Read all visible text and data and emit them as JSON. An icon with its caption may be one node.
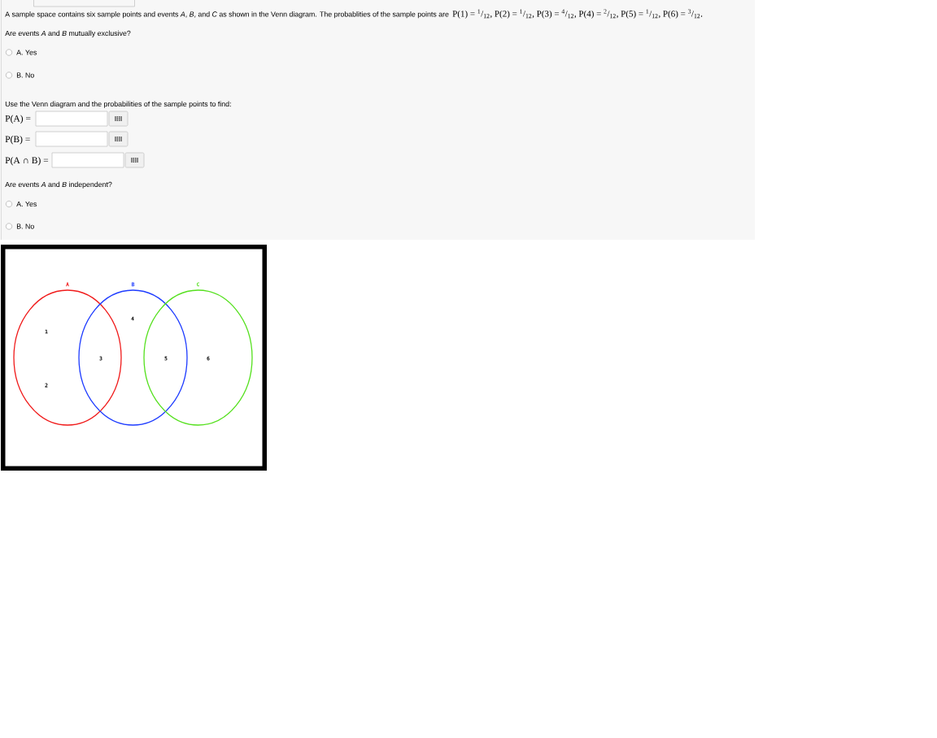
{
  "diagram": {
    "nodes": [
      {
        "text": [
          "A"
        ]
      },
      {
        "text": [
          "B"
        ]
      },
      {
        "text": [
          "C"
        ]
      }
    ],
    "labels": [
      "A sample space contains six sample points and events *A*, *B*, and *C* as shown in the Venn diagram. The probablities of the sample points are",
      "P(1) = $^{1}$/$_{12}$, P(2) = $^{1}$/$_{12}$, P(3) = $^{4}$/$_{12}$, P(4) = $^{2}$/$_{12}$, P(5) = $^{1}$/$_{12}$, P(6) = $^{3}$/$_{12}$.",
      "Are events *A* and *B* mutually exclusive?",
      "A. Yes",
      "B. No",
      "Use the Venn diagram and the probabilities of the sample points to find:",
      "P(A) =",
      "P(B) =",
      "P(A ∩ B) =",
      "Are events *A* and *B* independent?",
      "A. Yes",
      "B. No",
      "1",
      "2",
      "3",
      "4",
      "5",
      "6"
    ]
  }
}
